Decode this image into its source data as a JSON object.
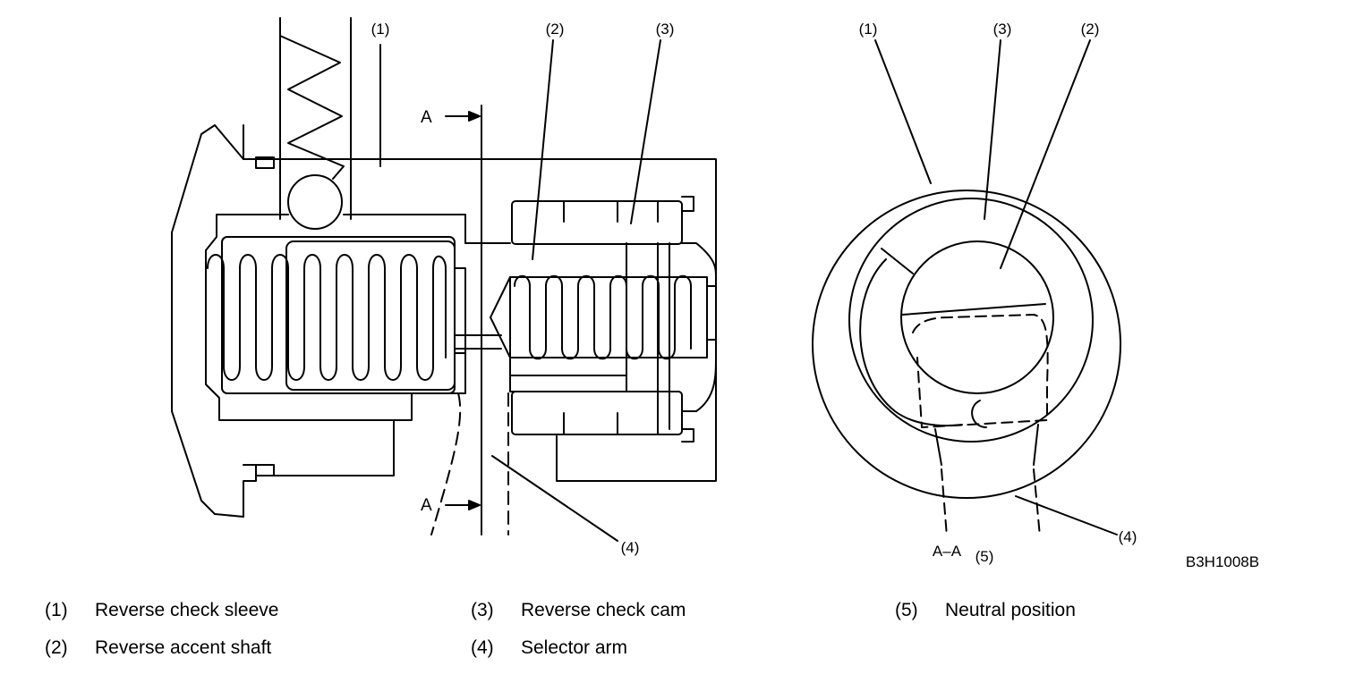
{
  "diagram": {
    "callouts_left": [
      "(1)",
      "(2)",
      "(3)",
      "(4)"
    ],
    "callouts_right": [
      "(1)",
      "(3)",
      "(2)",
      "(4)"
    ],
    "section_marks": {
      "top": "A",
      "bottom": "A",
      "section_label": "A–A",
      "section_ref": "(5)"
    },
    "figure_code": "B3H1008B"
  },
  "legend": [
    {
      "num": "(1)",
      "text": "Reverse check sleeve"
    },
    {
      "num": "(2)",
      "text": "Reverse accent shaft"
    },
    {
      "num": "(3)",
      "text": "Reverse check cam"
    },
    {
      "num": "(4)",
      "text": "Selector arm"
    },
    {
      "num": "(5)",
      "text": "Neutral position"
    }
  ]
}
